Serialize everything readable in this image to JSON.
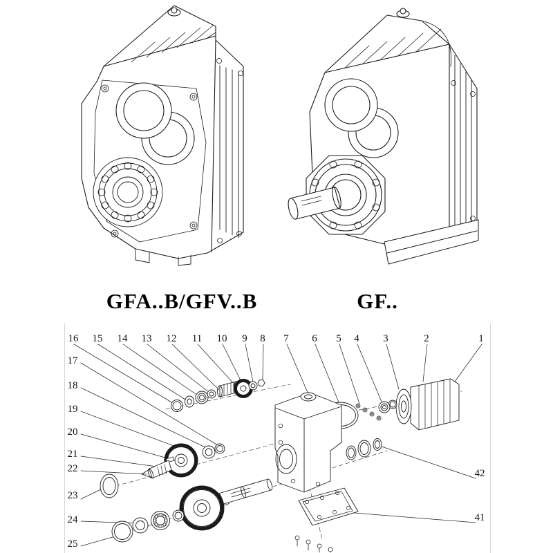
{
  "page": {
    "colors": {
      "ink": "#1a1a1a",
      "paper": "#ffffff"
    }
  },
  "models": {
    "left": {
      "label": "GFA..B/GFV..B"
    },
    "right": {
      "label": "GF.."
    }
  },
  "callouts": {
    "top_row": [
      "16",
      "15",
      "14",
      "13",
      "12",
      "11",
      "10",
      "9",
      "8",
      "7",
      "6",
      "5",
      "4",
      "3",
      "2",
      "1"
    ],
    "left_column": [
      "17",
      "18",
      "19",
      "20",
      "21",
      "22",
      "23",
      "24",
      "25"
    ],
    "right_column": [
      "42",
      "41"
    ]
  }
}
